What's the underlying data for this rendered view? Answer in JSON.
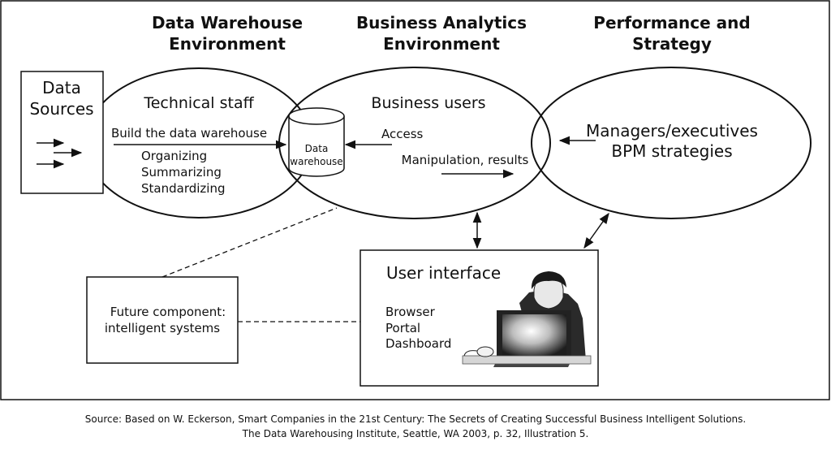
{
  "headers": {
    "dw_line1": "Data Warehouse",
    "dw_line2": "Environment",
    "ba_line1": "Business Analytics",
    "ba_line2": "Environment",
    "ps_line1": "Performance and",
    "ps_line2": "Strategy"
  },
  "data_sources": {
    "line1": "Data",
    "line2": "Sources"
  },
  "dw_environment": {
    "title": "Technical staff",
    "task": "Build the data warehouse",
    "steps": [
      "Organizing",
      "Summarizing",
      "Standardizing"
    ]
  },
  "warehouse": {
    "line1": "Data",
    "line2": "warehouse"
  },
  "ba_environment": {
    "title": "Business users",
    "access": "Access",
    "manipulation": "Manipulation, results"
  },
  "performance": {
    "line1": "Managers/executives",
    "line2": "BPM strategies"
  },
  "user_interface": {
    "title": "User interface",
    "items": [
      "Browser",
      "Portal",
      "Dashboard"
    ]
  },
  "future": {
    "line1": "Future component:",
    "line2": "intelligent systems"
  },
  "caption": {
    "line1": "Source: Based on W. Eckerson, Smart Companies in the 21st Century: The Secrets of Creating Successful Business Intelligent Solutions.",
    "line2": "The Data Warehousing Institute, Seattle, WA 2003, p. 32, Illustration 5."
  },
  "icons": {
    "user_figure": "person-at-computer-icon"
  },
  "colors": {
    "line": "#111111",
    "background": "#ffffff"
  }
}
